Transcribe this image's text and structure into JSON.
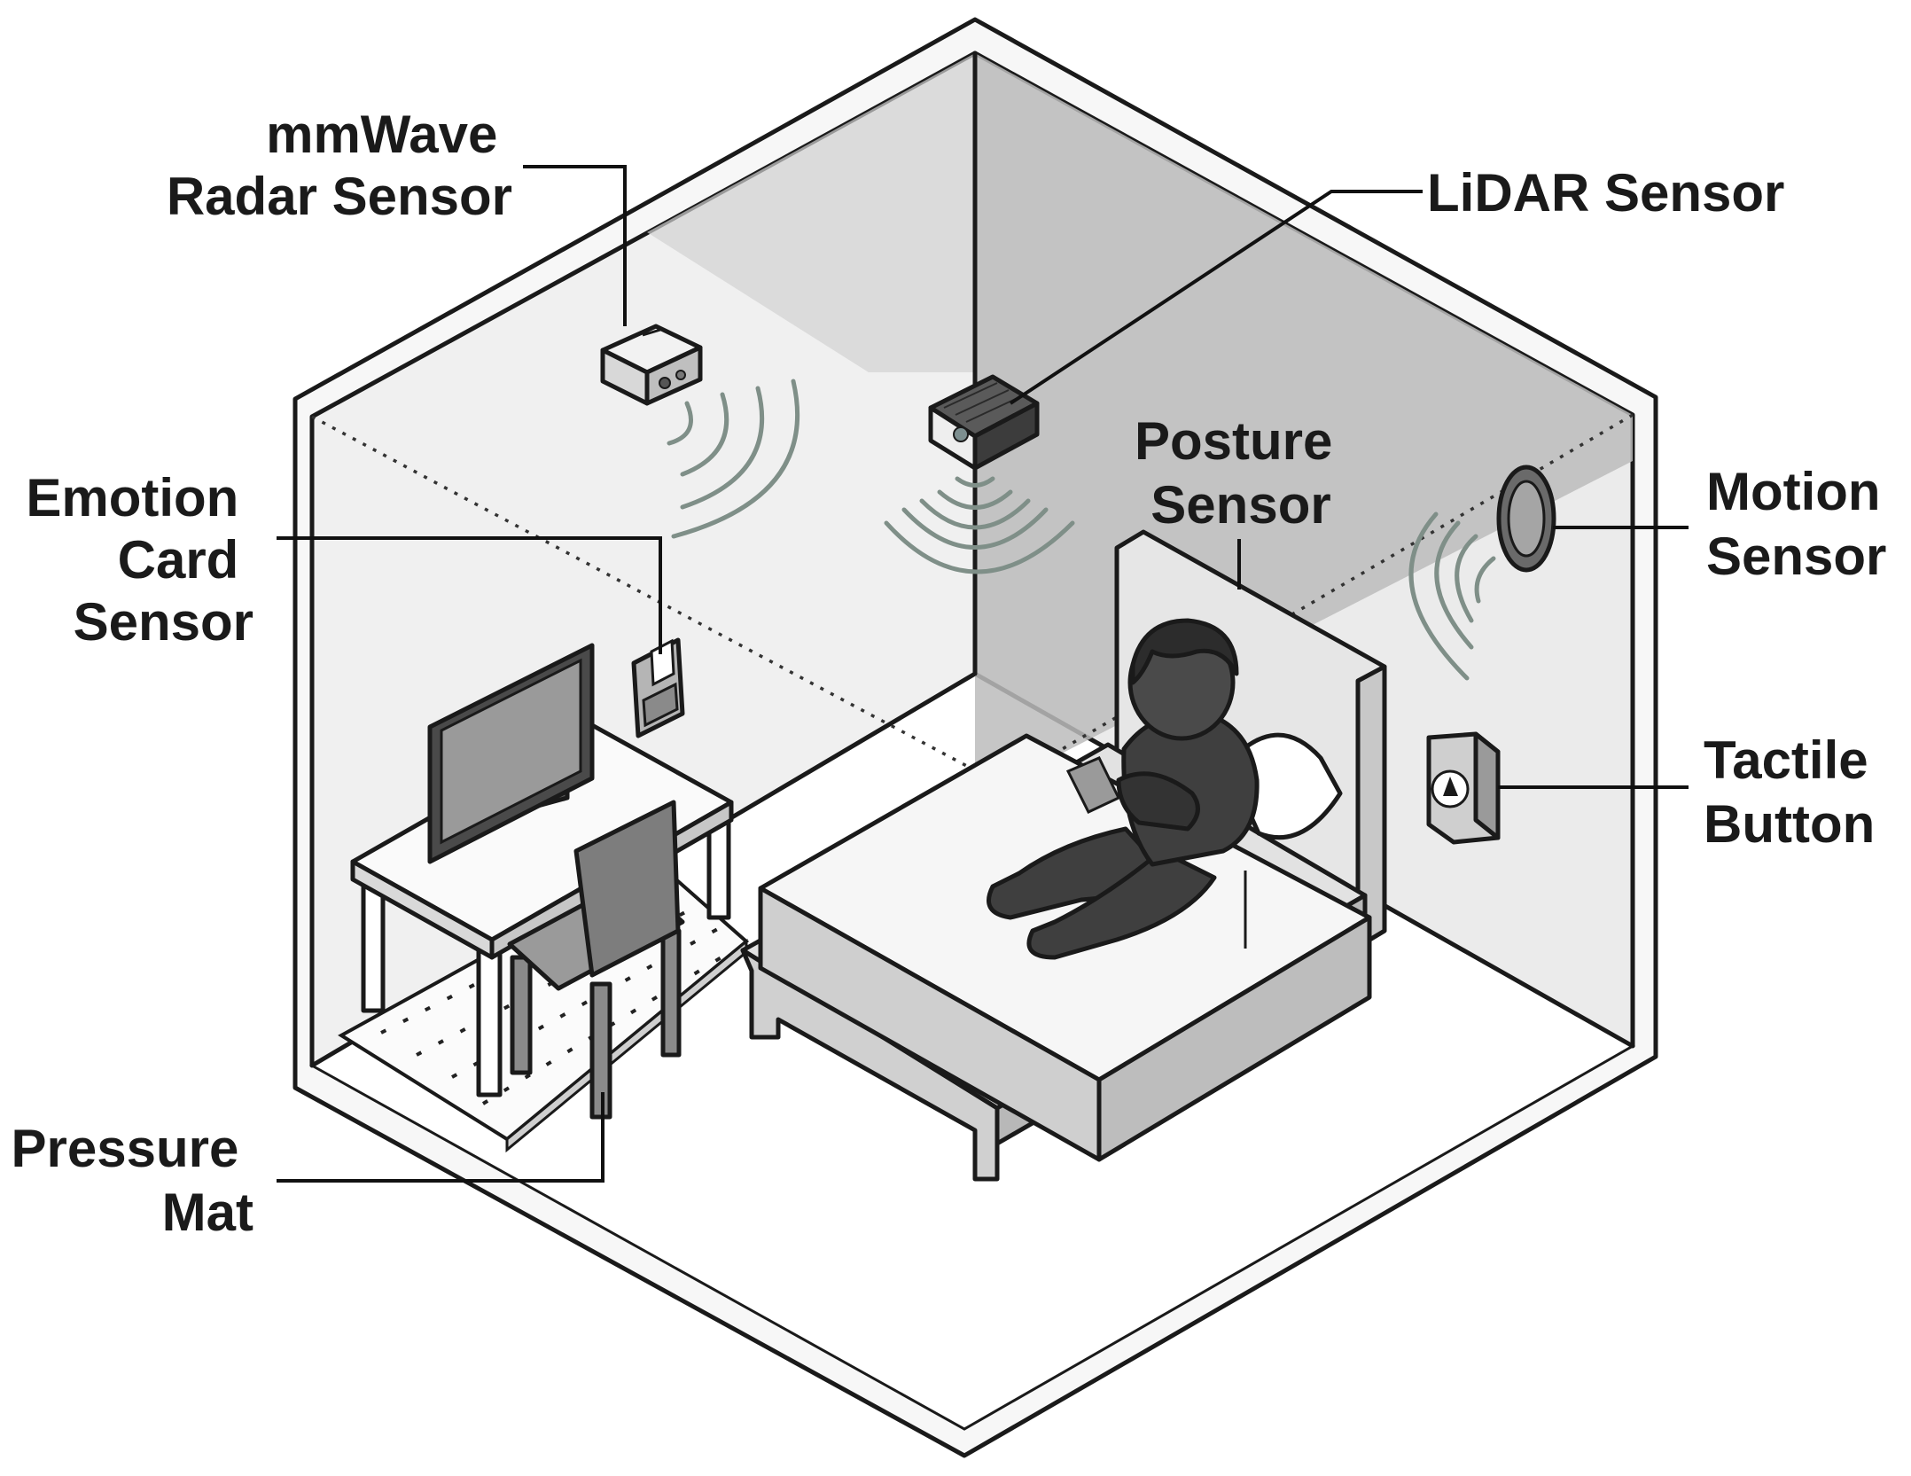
{
  "labels": {
    "mmwave": [
      "mmWave",
      "Radar Sensor"
    ],
    "lidar": [
      "LiDAR Sensor"
    ],
    "emotion": [
      "Emotion",
      "Card",
      "Sensor"
    ],
    "posture": [
      "Posture",
      "Sensor"
    ],
    "motion": [
      "Motion",
      "Sensor"
    ],
    "tactile": [
      "Tactile",
      "Button"
    ],
    "pressure": [
      "Pressure",
      "Mat"
    ]
  },
  "colors": {
    "ink": "#1a1a1a",
    "wall_light": "#f0f0f0",
    "wall_shaded": "#bdbdbd",
    "floor": "#ffffff",
    "person": "#3f3f3f",
    "signal": "#7f8f88"
  }
}
